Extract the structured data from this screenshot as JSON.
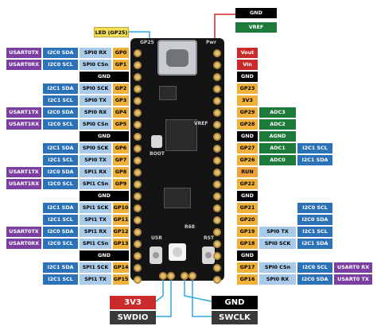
{
  "colors": {
    "uart": "#7b3ea1",
    "i2c": "#2c72b8",
    "spi": "#a9cbe9",
    "gpio": "#f0b13b",
    "power": "#c92a2a",
    "gnd": "#000000",
    "adc": "#1d7a3a",
    "run": "#f0a03c",
    "vref": "#1d7a3a",
    "gp25": "#f5e05a",
    "swd": "#3a3a3a"
  },
  "top": {
    "gp25": "LED (GP25)",
    "gnd": "GND",
    "vref": "VREF"
  },
  "left_rows": [
    {
      "uart": "USART0TX",
      "i2c": "I2C0 SDA",
      "spi": "SPI0 RX",
      "pin": "GP0"
    },
    {
      "uart": "USART0RX",
      "i2c": "I2C0 SCL",
      "spi": "SPI0 CSn",
      "pin": "GP1"
    },
    {
      "pin": "GND"
    },
    {
      "i2c": "I2C1 SDA",
      "spi": "SPI0 SCK",
      "pin": "GP2"
    },
    {
      "i2c": "I2C1 SCL",
      "spi": "SPI0 TX",
      "pin": "GP3"
    },
    {
      "uart": "USART1TX",
      "i2c": "I2C0 SDA",
      "spi": "SPI0 RX",
      "pin": "GP4"
    },
    {
      "uart": "USART1RX",
      "i2c": "I2C0 SCL",
      "spi": "SPI0 CSn",
      "pin": "GP5"
    },
    {
      "pin": "GND"
    },
    {
      "i2c": "I2C1 SDA",
      "spi": "SPI0 SCK",
      "pin": "GP6"
    },
    {
      "i2c": "I2C1 SCL",
      "spi": "SPI0 TX",
      "pin": "GP7"
    },
    {
      "uart": "USART1TX",
      "i2c": "I2C0 SDA",
      "spi": "SPI1 RX",
      "pin": "GP8"
    },
    {
      "uart": "USART1RX",
      "i2c": "I2C0 SCL",
      "spi": "SPI1 CSn",
      "pin": "GP9"
    },
    {
      "pin": "GND"
    },
    {
      "i2c": "I2C1 SDA",
      "spi": "SPI1 SCK",
      "pin": "GP10"
    },
    {
      "i2c": "I2C1 SCL",
      "spi": "SPI1 TX",
      "pin": "GP11"
    },
    {
      "uart": "USART0TX",
      "i2c": "I2C0 SDA",
      "spi": "SPI1 RX",
      "pin": "GP12"
    },
    {
      "uart": "USART0RX",
      "i2c": "I2C0 SCL",
      "spi": "SPI1 CSn",
      "pin": "GP13"
    },
    {
      "pin": "GND"
    },
    {
      "i2c": "I2C1 SDA",
      "spi": "SPI1 SCK",
      "pin": "GP14"
    },
    {
      "i2c": "I2C1 SCL",
      "spi": "SPI1 TX",
      "pin": "GP15"
    }
  ],
  "right_rows": [
    {
      "pin": "Vout",
      "kind": "power"
    },
    {
      "pin": "Vin",
      "kind": "power"
    },
    {
      "pin": "GND",
      "kind": "gnd"
    },
    {
      "pin": "GP23",
      "kind": "gpio"
    },
    {
      "pin": "3V3",
      "kind": "gpio"
    },
    {
      "pin": "GP29",
      "kind": "gpio",
      "adc": "ADC3"
    },
    {
      "pin": "GP28",
      "kind": "gpio",
      "adc": "ADC2"
    },
    {
      "pin": "GND",
      "kind": "gnd",
      "adc": "AGND"
    },
    {
      "pin": "GP27",
      "kind": "gpio",
      "adc": "ADC1",
      "i2c": "I2C1 SCL"
    },
    {
      "pin": "GP26",
      "kind": "gpio",
      "adc": "ADC0",
      "i2c": "I2C1 SDA"
    },
    {
      "pin": "RUN",
      "kind": "run"
    },
    {
      "pin": "GP22",
      "kind": "gpio"
    },
    {
      "pin": "GND",
      "kind": "gnd"
    },
    {
      "pin": "GP21",
      "kind": "gpio",
      "i2c": "I2C0 SCL"
    },
    {
      "pin": "GP20",
      "kind": "gpio",
      "i2c": "I2C0 SDA"
    },
    {
      "pin": "GP19",
      "kind": "gpio",
      "spi": "SPI0 TX",
      "i2c": "I2C1 SCL"
    },
    {
      "pin": "GP18",
      "kind": "gpio",
      "spi": "SPI0 SCK",
      "i2c": "I2C1 SDA"
    },
    {
      "pin": "GND",
      "kind": "gnd"
    },
    {
      "pin": "GP17",
      "kind": "gpio",
      "spi": "SPI0 CSn",
      "i2c": "I2C0 SCL",
      "uart": "USART0 RX"
    },
    {
      "pin": "GP16",
      "kind": "gpio",
      "spi": "SPI0 RX",
      "i2c": "I2C0 SDA",
      "uart": "USART0 TX"
    }
  ],
  "bottom": {
    "v3": "3V3",
    "swdio": "SWDIO",
    "gnd": "GND",
    "swclk": "SWCLK"
  },
  "board_text": {
    "boot": "BOOT",
    "rst": "RST",
    "usr": "USR",
    "r68": "R68",
    "gp25": "GP25",
    "pwr": "Pwr",
    "vref": "VREF"
  }
}
